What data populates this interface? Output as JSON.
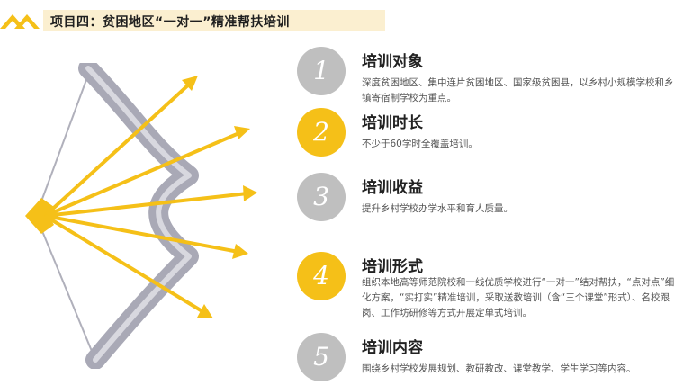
{
  "header": {
    "title": "项目四：贫困地区“一对一”精准帮扶培训"
  },
  "items": [
    {
      "number": "1",
      "title": "培训对象",
      "desc": "深度贫困地区、集中连片贫困地区、国家级贫困县，以乡村小规模学校和乡镇寄宿制学校为重点。",
      "badge_color": "#bfbfbf"
    },
    {
      "number": "2",
      "title": "培训时长",
      "desc": "不少于60学时全覆盖培训。",
      "badge_color": "#f5c018"
    },
    {
      "number": "3",
      "title": "培训收益",
      "desc": "提升乡村学校办学水平和育人质量。",
      "badge_color": "#bfbfbf"
    },
    {
      "number": "4",
      "title": "培训形式",
      "desc": "组织本地高等师范院校和一线优质学校进行“一对一”结对帮扶，“点对点”细化方案，“实打实”精准培训，采取送教培训（含“三个课堂”形式）、名校跟岗、工作坊研修等方式开展定单式培训。",
      "badge_color": "#f5c018"
    },
    {
      "number": "5",
      "title": "培训内容",
      "desc": "围绕乡村学校发展规划、教研教改、课堂教学、学生学习等内容。",
      "badge_color": "#bfbfbf"
    }
  ],
  "colors": {
    "accent": "#f5c018",
    "gray": "#bfbfbf",
    "title_bg": "#fbefd0",
    "bow": "#a9a9b6"
  },
  "icons": {
    "header": "chevron-up-icon",
    "graphic": "bow-and-arrows-icon"
  }
}
